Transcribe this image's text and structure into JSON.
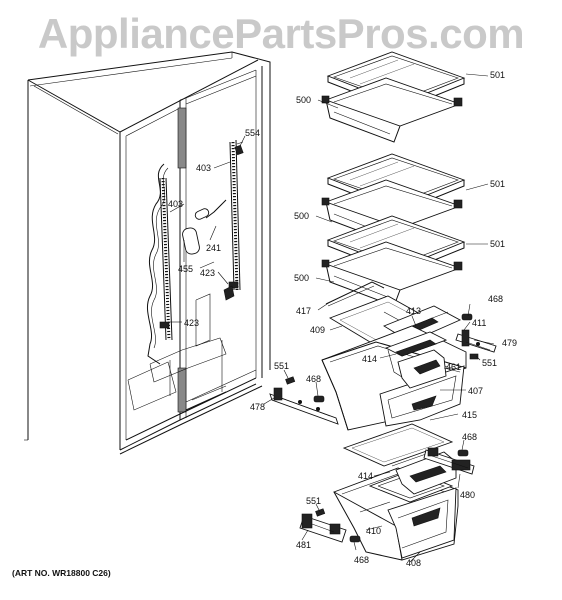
{
  "watermark": "AppliancePartsPros.com",
  "art_number": "(ART NO. WR18800 C26)",
  "callouts": [
    {
      "id": "c501a",
      "text": "501"
    },
    {
      "id": "c500a",
      "text": "500"
    },
    {
      "id": "c554",
      "text": "554"
    },
    {
      "id": "c403a",
      "text": "403"
    },
    {
      "id": "c403b",
      "text": "403"
    },
    {
      "id": "c501b",
      "text": "501"
    },
    {
      "id": "c500b",
      "text": "500"
    },
    {
      "id": "c241",
      "text": "241"
    },
    {
      "id": "c501c",
      "text": "501"
    },
    {
      "id": "c455",
      "text": "455"
    },
    {
      "id": "c423a",
      "text": "423"
    },
    {
      "id": "c500c",
      "text": "500"
    },
    {
      "id": "c468a",
      "text": "468"
    },
    {
      "id": "c417",
      "text": "417"
    },
    {
      "id": "c413",
      "text": "413"
    },
    {
      "id": "c411",
      "text": "411"
    },
    {
      "id": "c423b",
      "text": "423"
    },
    {
      "id": "c409",
      "text": "409"
    },
    {
      "id": "c479",
      "text": "479"
    },
    {
      "id": "c414a",
      "text": "414"
    },
    {
      "id": "c551a",
      "text": "551"
    },
    {
      "id": "c551b",
      "text": "551"
    },
    {
      "id": "c461",
      "text": "461"
    },
    {
      "id": "c468b",
      "text": "468"
    },
    {
      "id": "c407",
      "text": "407"
    },
    {
      "id": "c478",
      "text": "478"
    },
    {
      "id": "c415",
      "text": "415"
    },
    {
      "id": "c468c",
      "text": "468"
    },
    {
      "id": "c414b",
      "text": "414"
    },
    {
      "id": "c480",
      "text": "480"
    },
    {
      "id": "c551c",
      "text": "551"
    },
    {
      "id": "c410",
      "text": "410"
    },
    {
      "id": "c481",
      "text": "481"
    },
    {
      "id": "c468d",
      "text": "468"
    },
    {
      "id": "c408",
      "text": "408"
    }
  ]
}
